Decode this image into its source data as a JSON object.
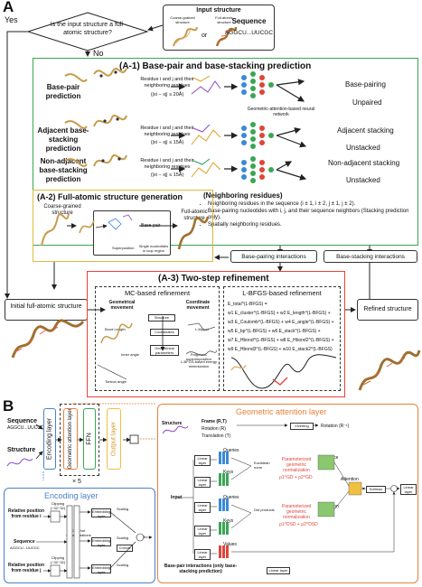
{
  "panelA": {
    "label": "A",
    "decision": {
      "question": "Is the input structure a full-atomic structure?",
      "yes": "Yes",
      "no": "No"
    },
    "input": {
      "title": "Input structure",
      "coarse_label": "Coarse-grained structure",
      "or": "or",
      "full_label": "Full-atomic structure",
      "sequence_title": "Sequence",
      "sequence": "AGGCU...UUCGC"
    },
    "a1": {
      "title": "(A-1) Base-pair and base-stacking prediction",
      "network_label": "Geometric-attention-based neural network",
      "rows": [
        {
          "name": "Base-pair prediction",
          "desc": "Residue i and j and their neighboring residues",
          "cond": "(|xi − xj| ≤ 20Å)",
          "out1": "Base-pairing",
          "out2": "Unpaired"
        },
        {
          "name": "Adjacent base-stacking prediction",
          "desc": "Residue i and j and their neighboring residues",
          "cond": "(|xi − xj| ≤ 15Å)",
          "out1": "Adjacent stacking",
          "out2": "Unstacked"
        },
        {
          "name": "Non-adjacent base-stacking prediction",
          "desc": "Residue i and j and their neighboring residues",
          "cond": "(|xi − xj| ≤ 15Å)",
          "out1": "Non-adjacent stacking",
          "out2": "Unstacked"
        }
      ],
      "neighbor_title": "(Neighboring residues)",
      "neighbor_items": [
        "Neighboring residues in the sequence (i ± 1, i ± 2, j ± 1, j ± 2).",
        "Base-pairing nucleotides with i, j, and their sequence neighbors (Stacking prediction only).",
        "Spatially neighboring residues."
      ]
    },
    "a2": {
      "title": "(A-2) Full-atomic structure generation",
      "coarse": "Coarse-grained structure",
      "full": "Full-atomic structure",
      "base_pair": "Base-pair",
      "superposition": "Superposition",
      "single": "Single nucleotides in loop region"
    },
    "interactions": {
      "base_pairing": "Base-pairing interactions",
      "base_stacking": "Base-stacking interactions"
    },
    "initial": "Initial full-atomic structure",
    "refined": "Refined structure",
    "a3": {
      "title": "(A-3) Two-step refinement",
      "mc_title": "MC-based refinement",
      "lbfgs_title": "L-BFGS-based refinement",
      "geo_move": "Geometrical movement",
      "coord_move": "Coordinate movement",
      "bond": "Bond Length",
      "inner": "Inner angle",
      "torsion": "Torsion angle",
      "structure": "Structure",
      "coordinates": "Coordinates",
      "geo_params": "Geometrical parameters",
      "lbfgs_opt": "L-BFGS-based energy minimization",
      "lmpnet": "L-Mpnet",
      "fragment": "Fragment-superimposition",
      "energy_lines": [
        "E_total^(L-BFGS) =",
        "w1 E_cluster^(L-BFGS) + w2 E_length^(L-BFGS) +",
        "w3 E_Coulomb^(L-BFGS) + w4 E_angle^(L-BFGS) +",
        "w5 E_bp^(L-BFGS) + w6 E_stack^(L-BFGS) +",
        "w7 E_Hbond^(L-BFGS) + w8 E_Hbond2^(L-BFGS) +",
        "w9 E_Hbond3^(L-BFGS) + w10 E_stack2^(L-BFGS)"
      ]
    }
  },
  "panelB": {
    "label": "B",
    "sequence_label": "Sequence",
    "sequence": "AGGCU...UUCGC",
    "structure_label": "Structure",
    "encoding_layer": "Encoding layer",
    "geometric_attention_layer": "Geometric attention layer",
    "ffn": "FFN",
    "output_layer": "Output layer",
    "repeat": "× 5",
    "enc": {
      "title": "Encoding layer",
      "rel_i": "Relative position from residue i",
      "rel_j": "Relative position from residue j",
      "sequence": "Sequence",
      "seq_value": "AGGCU...UUCGC",
      "clipping": "Clipping (−32~32)",
      "onehot": "One-hot representations",
      "embedding": "Embedding layer",
      "scaling": "Scaling",
      "concat": "Concat",
      "plus": "+"
    },
    "ga": {
      "title": "Geometric attention layer",
      "structure": "Structure",
      "frame": "Frame (R,T)",
      "rotation": "Rotation (R)",
      "translation": "Translation (T)",
      "inverting": "Inverting",
      "rotation_inv": "Rotation (R⁻¹)",
      "input": "Input",
      "linear": "Linear layer",
      "queries": "Queries",
      "keys": "Keys",
      "values": "Values",
      "euclid": "Euclidean norm",
      "dot": "Dot products",
      "param_geo": "Parameterized geometric normalization",
      "param_geo2": "Parameterized geometric normalization",
      "distance": "Distance term",
      "direction": "Direction term",
      "attention": "Attention",
      "softmax": "Softmax",
      "bp_label": "Base-pair interactions (only base-stacking prediction)",
      "rho1": "ρ1^GD + ρ2^GD",
      "rho2": "ρ1^DSD + ρ2^DSD"
    }
  },
  "colors": {
    "green": "#3aa655",
    "yellow": "#e0b93c",
    "red": "#e0453a",
    "blue": "#4a80c8",
    "orange": "#e8803a",
    "gold": "#f0c040",
    "gray": "#555555"
  }
}
